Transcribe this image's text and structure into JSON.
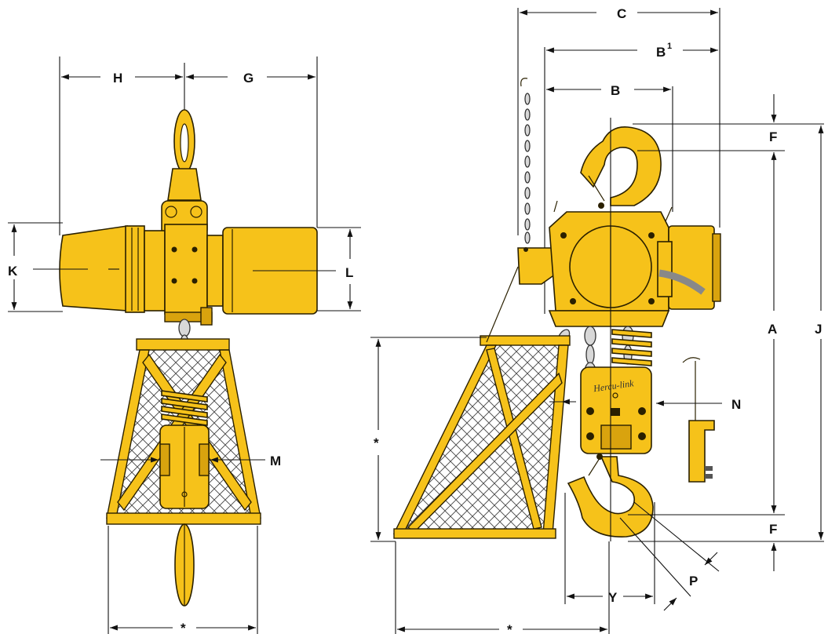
{
  "labels": {
    "C": "C",
    "B1": "B",
    "B1_sup": "1",
    "B": "B",
    "H": "H",
    "G": "G",
    "F_top": "F",
    "F_bottom": "F",
    "A": "A",
    "J": "J",
    "K": "K",
    "L": "L",
    "M": "M",
    "N": "N",
    "P": "P",
    "Y": "Y",
    "star_left_bottom": "*",
    "star_right_vertical": "*",
    "star_right_bottom": "*"
  },
  "brand_text": "Hercu-link",
  "colors": {
    "hoist_yellow": "#f6c21a",
    "hoist_shade": "#d9a30e",
    "outline": "#2a2000",
    "chain": "#d8d8d8",
    "dimension_line": "#111111"
  }
}
